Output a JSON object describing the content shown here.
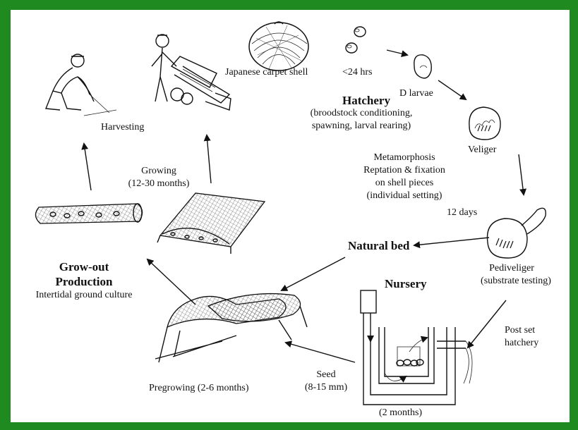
{
  "labels": {
    "japanese_carpet_shell": "Japanese carpet shell",
    "lt24hrs": "<24 hrs",
    "d_larvae": "D larvae",
    "hatchery_title": "Hatchery",
    "hatchery_detail_1": "(broodstock conditioning,",
    "hatchery_detail_2": "spawning, larval rearing)",
    "veliger": "Veliger",
    "meta_1": "Metamorphosis",
    "meta_2": "Reptation & fixation",
    "meta_3": "on shell pieces",
    "meta_4": "(individual setting)",
    "twelve_days": "12 days",
    "pediveliger": "Pediveliger",
    "substrate_testing": "(substrate testing)",
    "natural_bed": "Natural bed",
    "nursery": "Nursery",
    "post_set_1": "Post set",
    "post_set_2": "hatchery",
    "two_months": "(2 months)",
    "seed_1": "Seed",
    "seed_2": "(8-15 mm)",
    "pregrowing": "Pregrowing (2-6 months)",
    "growout_1": "Grow-out",
    "growout_2": "Production",
    "intertidal": "Intertidal ground culture",
    "growing_1": "Growing",
    "growing_2": "(12-30 months)",
    "harvesting": "Harvesting"
  },
  "colors": {
    "border": "#1f8a1f",
    "background": "#ffffff",
    "ink": "#111111"
  }
}
